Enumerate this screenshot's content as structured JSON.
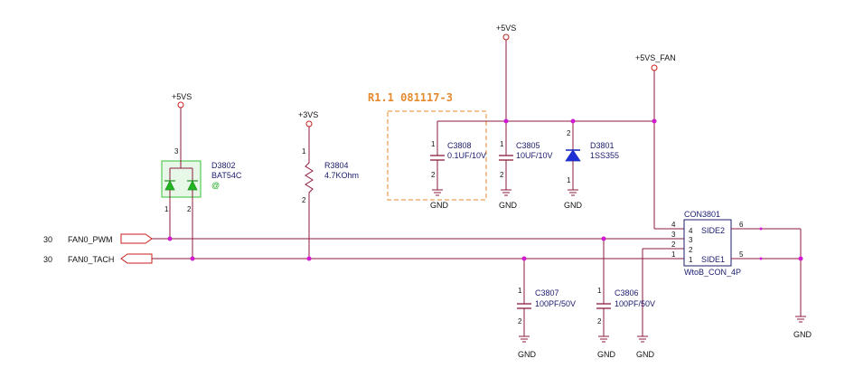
{
  "revision_note": "R1.1 081117-3",
  "power": {
    "p5vs_left": "+5VS",
    "p3vs": "+3VS",
    "p5vs_top": "+5VS",
    "p5vs_fan": "+5VS_FAN"
  },
  "ground_label": "GND",
  "nets": {
    "fan_pwm": {
      "sheet": "30",
      "name": "FAN0_PWM"
    },
    "fan_tach": {
      "sheet": "30",
      "name": "FAN0_TACH"
    }
  },
  "components": {
    "d3802": {
      "ref": "D3802",
      "value": "BAT54C",
      "mark": "@",
      "pins": [
        "3",
        "1",
        "2"
      ]
    },
    "r3804": {
      "ref": "R3804",
      "value": "4.7KOhm",
      "pins": [
        "1",
        "2"
      ]
    },
    "c3808": {
      "ref": "C3808",
      "value": "0.1UF/10V",
      "pins": [
        "1",
        "2"
      ]
    },
    "c3805": {
      "ref": "C3805",
      "value": "10UF/10V",
      "pins": [
        "1",
        "2"
      ]
    },
    "d3801": {
      "ref": "D3801",
      "value": "1SS355",
      "pins": [
        "2",
        "1"
      ]
    },
    "c3807": {
      "ref": "C3807",
      "value": "100PF/50V",
      "pins": [
        "1",
        "2"
      ]
    },
    "c3806": {
      "ref": "C3806",
      "value": "100PF/50V",
      "pins": [
        "1",
        "2"
      ]
    },
    "con3801": {
      "ref": "CON3801",
      "value": "WtoB_CON_4P",
      "pin_labels": [
        "4",
        "3",
        "2",
        "1"
      ],
      "side_labels": [
        "SIDE2",
        "SIDE1"
      ],
      "side_pins": [
        "6",
        "5"
      ]
    }
  }
}
